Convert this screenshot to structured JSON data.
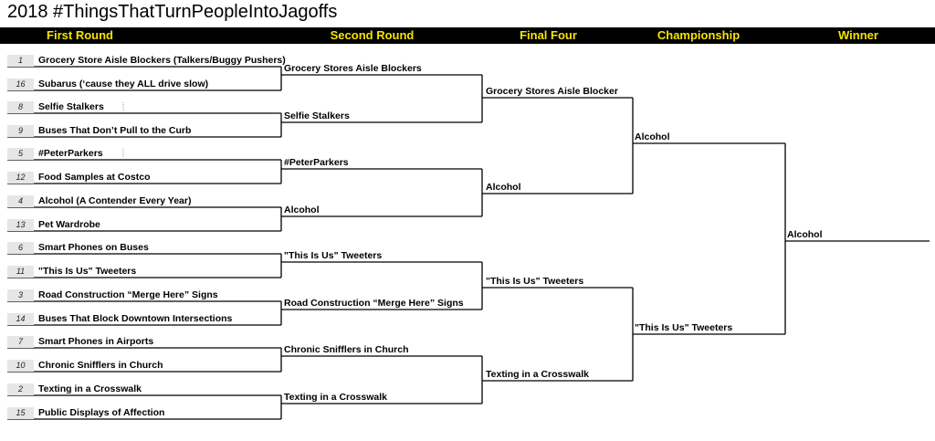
{
  "title": "2018 #ThingsThatTurnPeopleIntoJagoffs",
  "rounds": [
    "First Round",
    "Second Round",
    "Final Four",
    "Championship",
    "Winner"
  ],
  "first_round": [
    {
      "seed": "1",
      "name": "Grocery Store Aisle Blockers (Talkers/Buggy Pushers)"
    },
    {
      "seed": "16",
      "name": "Subarus (‘cause they ALL drive slow)"
    },
    {
      "seed": "8",
      "name": "Selfie Stalkers"
    },
    {
      "seed": "9",
      "name": "Buses That Don’t Pull to the Curb"
    },
    {
      "seed": "5",
      "name": "#PeterParkers"
    },
    {
      "seed": "12",
      "name": "Food Samples at Costco"
    },
    {
      "seed": "4",
      "name": "Alcohol (A Contender Every Year)"
    },
    {
      "seed": "13",
      "name": "Pet Wardrobe"
    },
    {
      "seed": "6",
      "name": "Smart Phones on Buses"
    },
    {
      "seed": "11",
      "name": "\"This Is Us\" Tweeters"
    },
    {
      "seed": "3",
      "name": "Road Construction “Merge Here” Signs"
    },
    {
      "seed": "14",
      "name": "Buses That Block Downtown Intersections"
    },
    {
      "seed": "7",
      "name": "Smart Phones in Airports"
    },
    {
      "seed": "10",
      "name": "Chronic Snifflers in Church"
    },
    {
      "seed": "2",
      "name": "Texting in a Crosswalk"
    },
    {
      "seed": "15",
      "name": "Public Displays of Affection"
    }
  ],
  "second_round": [
    "Grocery Stores Aisle Blockers",
    "Selfie Stalkers",
    "#PeterParkers",
    "Alcohol",
    "\"This Is Us\" Tweeters",
    "Road Construction “Merge Here” Signs",
    "Chronic Snifflers in Church",
    "Texting in a Crosswalk"
  ],
  "final_four": [
    "Grocery Stores Aisle Blocker",
    "Alcohol",
    "\"This Is Us\" Tweeters",
    "Texting in a Crosswalk"
  ],
  "championship": [
    "Alcohol",
    "\"This Is Us\" Tweeters"
  ],
  "winner": "Alcohol"
}
